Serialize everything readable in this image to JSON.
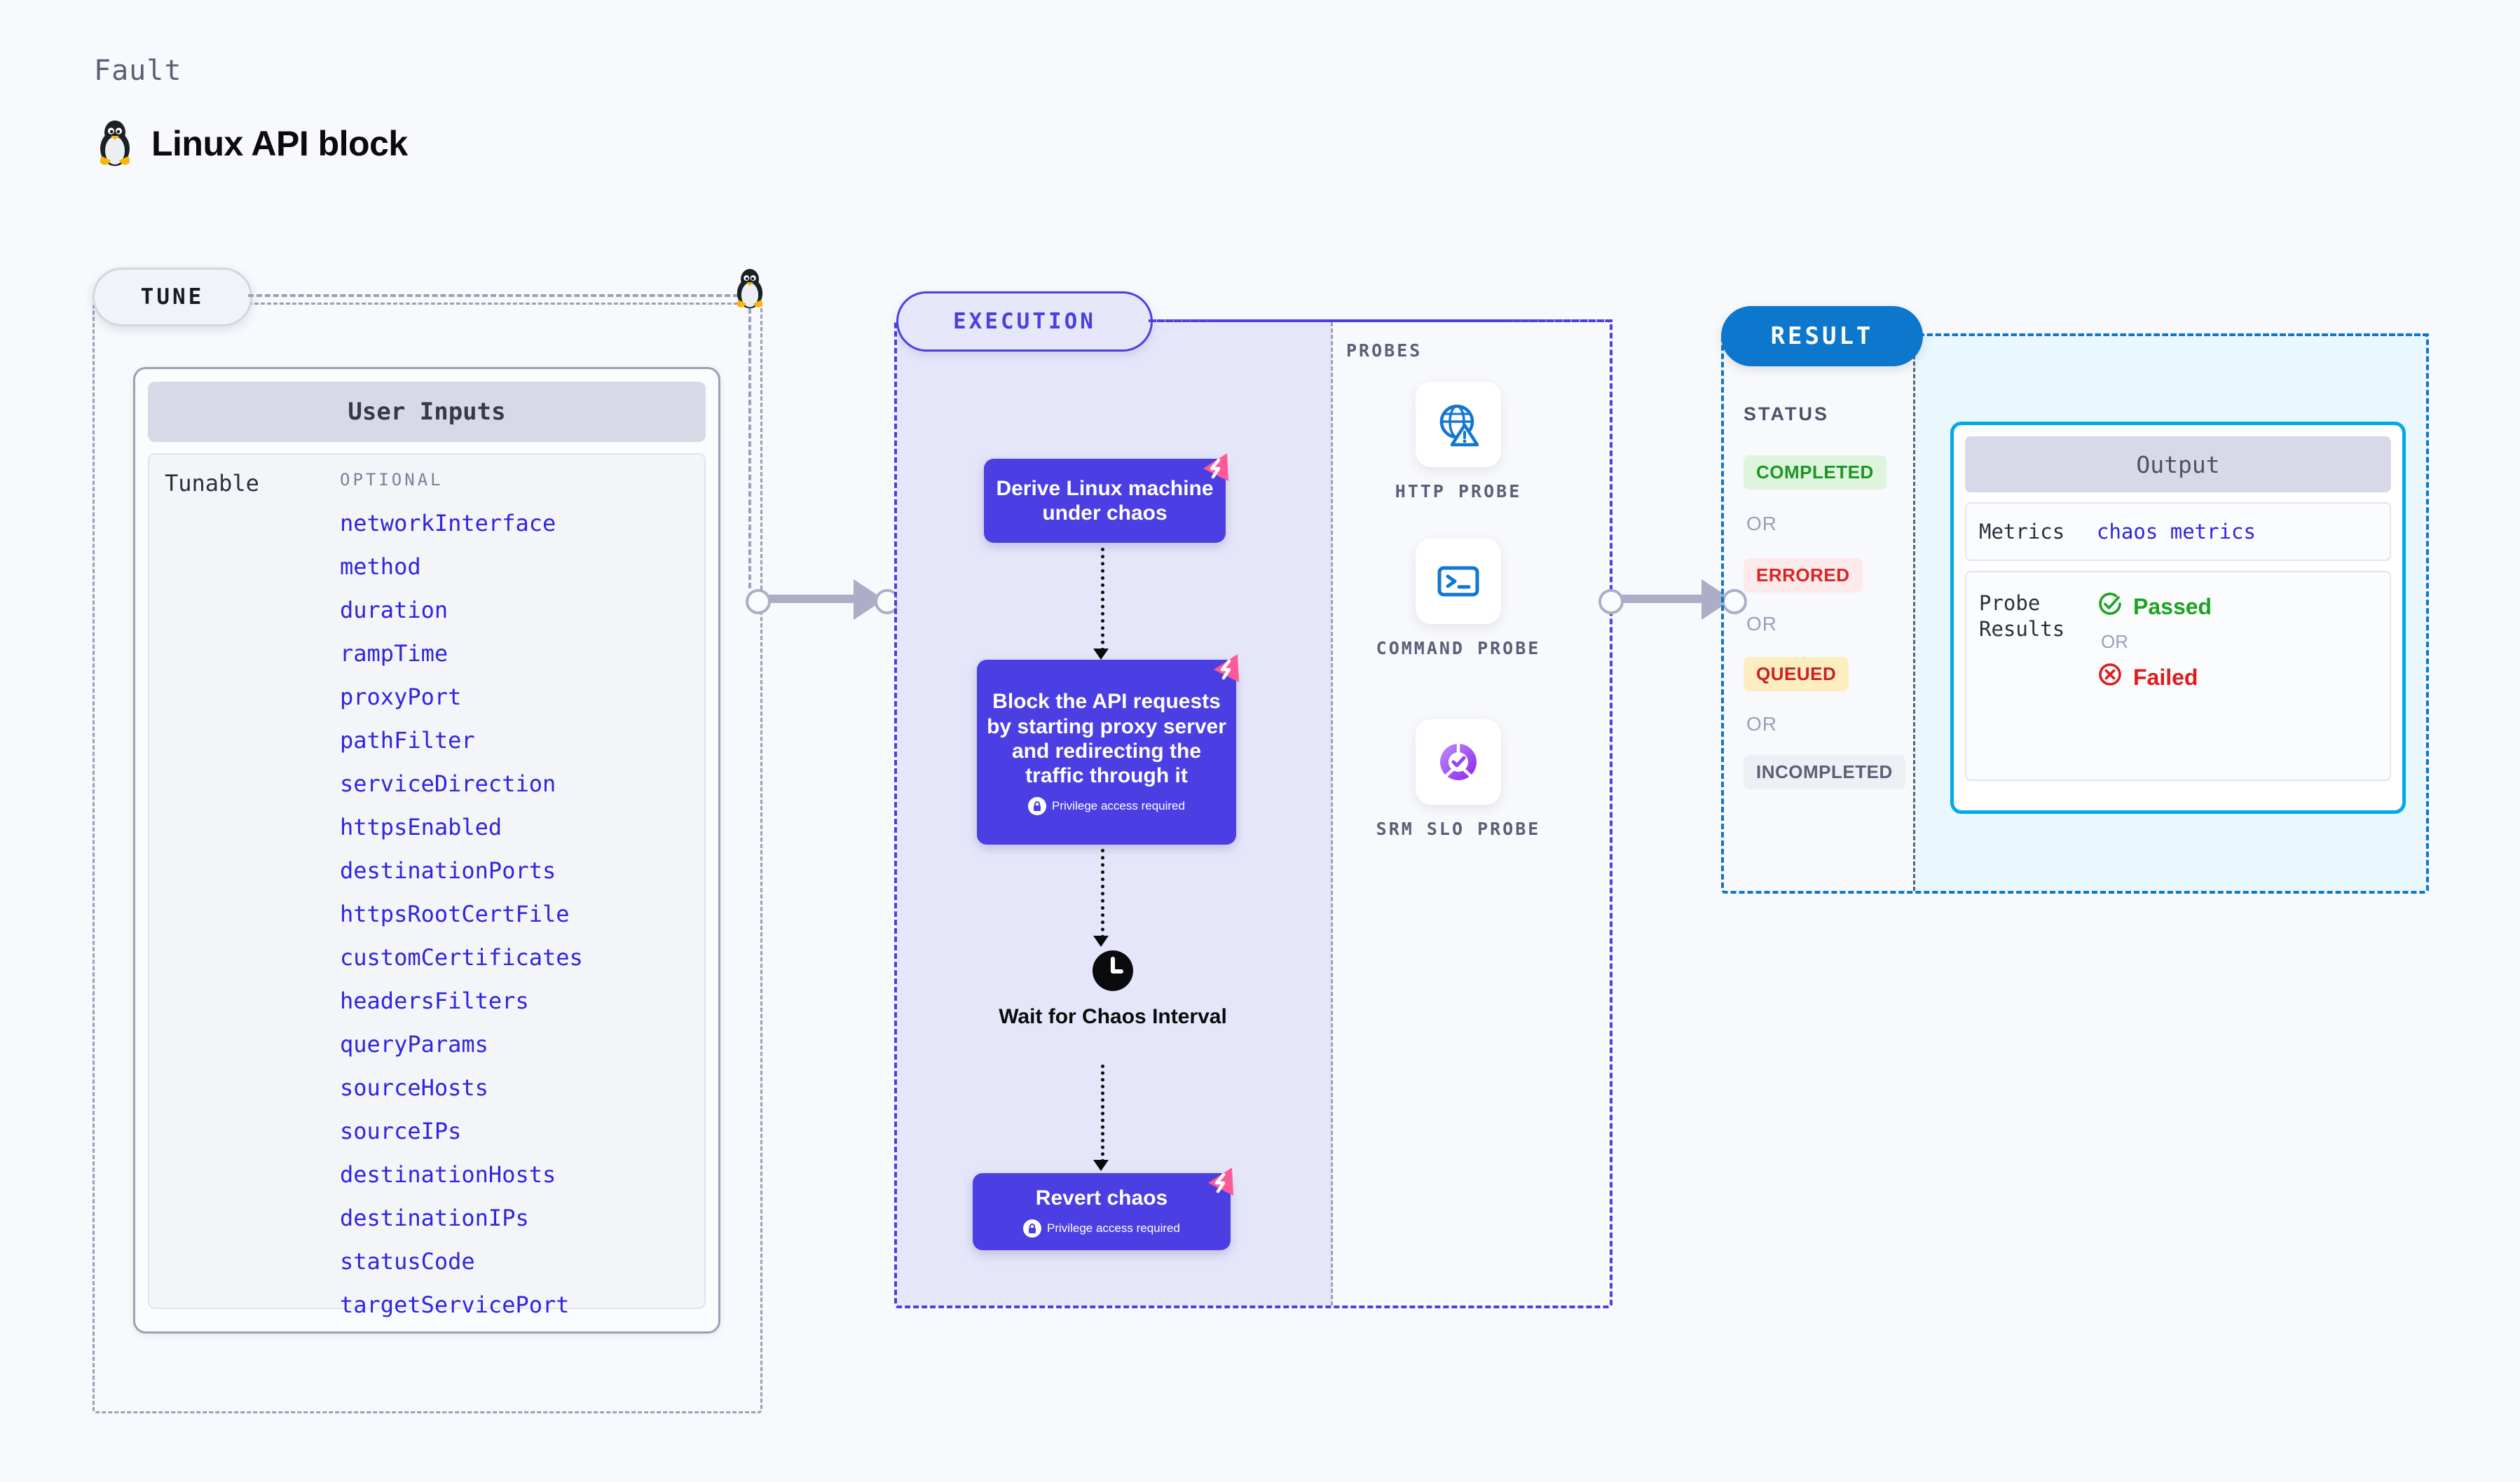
{
  "header": {
    "kicker": "Fault",
    "title": "Linux API block",
    "icon": "tux-penguin-icon"
  },
  "tune": {
    "pill_label": "TUNE",
    "card_title": "User Inputs",
    "group_label": "Tunable",
    "optional_label": "OPTIONAL",
    "params": [
      "networkInterface",
      "method",
      "duration",
      "rampTime",
      "proxyPort",
      "pathFilter",
      "serviceDirection",
      "httpsEnabled",
      "destinationPorts",
      "httpsRootCertFile",
      "customCertificates",
      "headersFilters",
      "queryParams",
      "sourceHosts",
      "sourceIPs",
      "destinationHosts",
      "destinationIPs",
      "statusCode",
      "targetServicePort"
    ]
  },
  "execution": {
    "pill_label": "EXECUTION",
    "nodes": [
      {
        "title": "Derive Linux machine under chaos",
        "privilege": null
      },
      {
        "title": "Block the API requests by starting proxy server and redirecting the traffic through it",
        "privilege": "Privilege access required"
      },
      {
        "title": "Revert chaos",
        "privilege": "Privilege access required"
      }
    ],
    "wait": {
      "label": "Wait for Chaos Interval",
      "icon": "clock-icon"
    }
  },
  "probes": {
    "section_label": "PROBES",
    "items": [
      {
        "label": "HTTP PROBE",
        "icon": "globe-warning-icon"
      },
      {
        "label": "COMMAND PROBE",
        "icon": "terminal-icon"
      },
      {
        "label": "SRM SLO PROBE",
        "icon": "slo-donut-check-icon"
      }
    ]
  },
  "result": {
    "pill_label": "RESULT",
    "status_label": "STATUS",
    "or_label": "OR",
    "statuses": [
      {
        "label": "COMPLETED",
        "bg": "#ddf5dd",
        "fg": "#1d9426"
      },
      {
        "label": "ERRORED",
        "bg": "#fdeaea",
        "fg": "#dc2323"
      },
      {
        "label": "QUEUED",
        "bg": "#fdeec2",
        "fg": "#cc2020"
      },
      {
        "label": "INCOMPLETED",
        "bg": "#eff0f5",
        "fg": "#5b5f77"
      }
    ],
    "output": {
      "title": "Output",
      "metrics_key": "Metrics",
      "metrics_value": "chaos metrics",
      "probe_key": "Probe Results",
      "passed_label": "Passed",
      "failed_label": "Failed",
      "or_label": "OR",
      "pass_icon": "check-circle-icon",
      "fail_icon": "x-circle-icon"
    }
  },
  "colors": {
    "accent_purple": "#4b3fe4",
    "accent_blue": "#0d76cd",
    "accent_cyan": "#02a9e8",
    "chaos_pink": "#fc5a97",
    "page_bg": "#f8f9fc"
  }
}
